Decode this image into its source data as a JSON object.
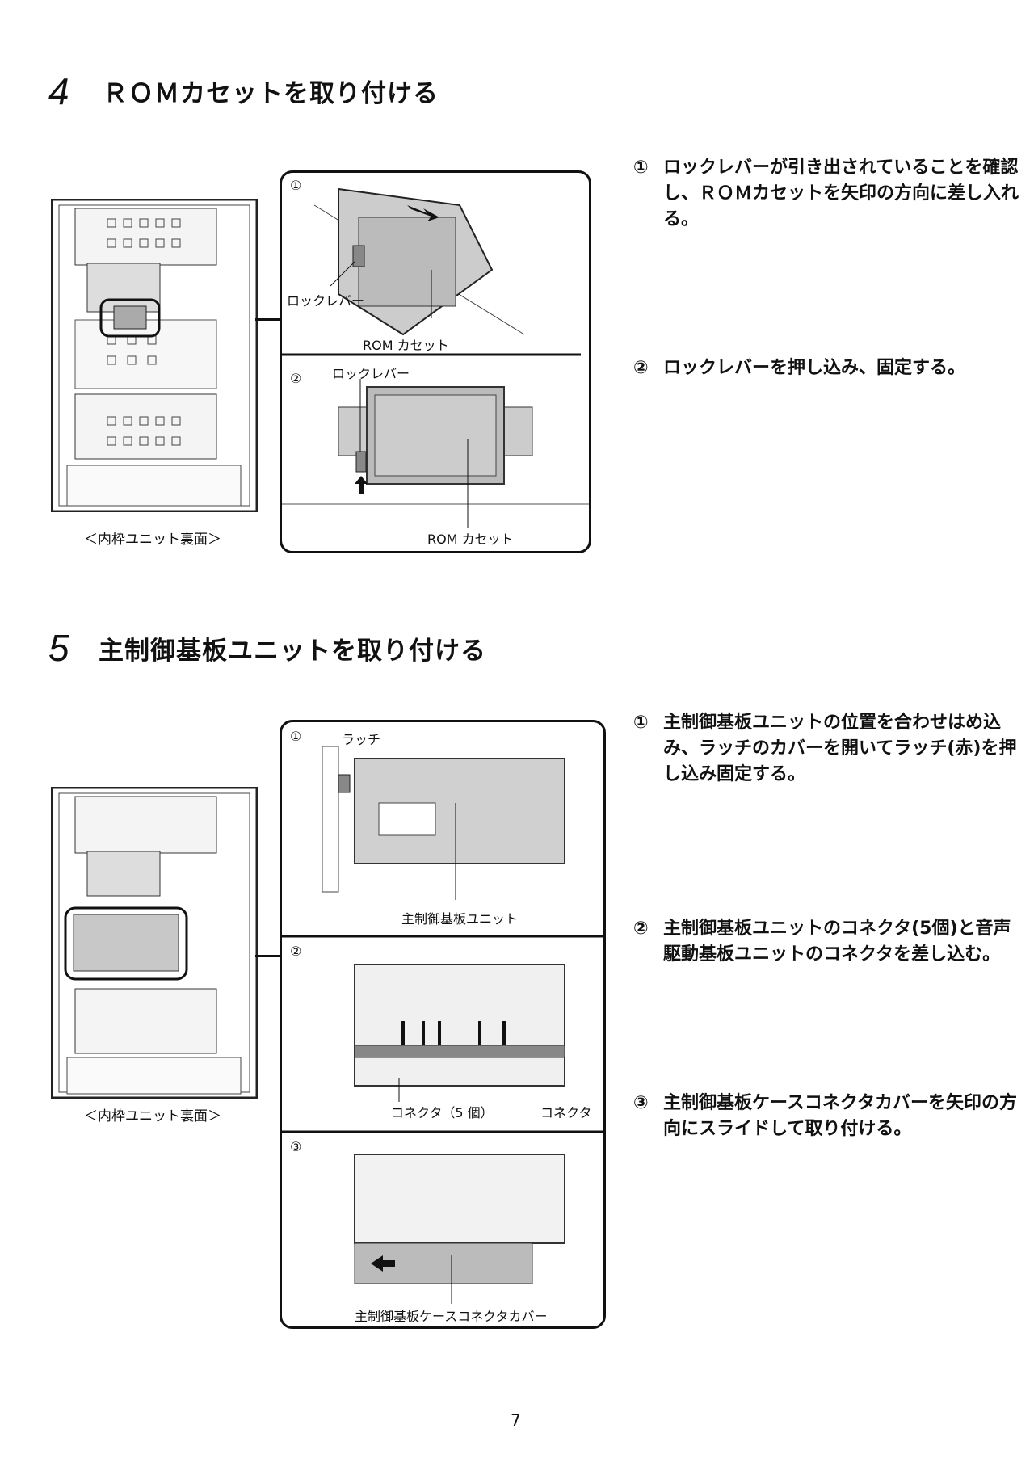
{
  "section4": {
    "number": "4",
    "title": "ＲＯＭカセットを取り付ける",
    "caption": "＜内枠ユニット裏面＞",
    "panel": {
      "step1_marker": "①",
      "step2_marker": "②",
      "lock_lever_1": "ロックレバー",
      "rom_cassette_1": "ROM カセット",
      "lock_lever_2": "ロックレバー",
      "rom_cassette_2": "ROM カセット"
    },
    "steps": [
      {
        "marker": "①",
        "text": "ロックレバーが引き出されていることを確認し、ＲＯＭカセットを矢印の方向に差し入れる。"
      },
      {
        "marker": "②",
        "text": "ロックレバーを押し込み、固定する。"
      }
    ]
  },
  "section5": {
    "number": "5",
    "title": "主制御基板ユニットを取り付ける",
    "caption": "＜内枠ユニット裏面＞",
    "panel": {
      "step1_marker": "①",
      "step2_marker": "②",
      "step3_marker": "③",
      "latch": "ラッチ",
      "main_board_unit": "主制御基板ユニット",
      "connectors5": "コネクタ（5 個）",
      "connector": "コネクタ",
      "cover": "主制御基板ケースコネクタカバー"
    },
    "steps": [
      {
        "marker": "①",
        "text": "主制御基板ユニットの位置を合わせはめ込み、ラッチのカバーを開いてラッチ(赤)を押し込み固定する。"
      },
      {
        "marker": "②",
        "text": "主制御基板ユニットのコネクタ(5個)と音声駆動基板ユニットのコネクタを差し込む。"
      },
      {
        "marker": "③",
        "text": "主制御基板ケースコネクタカバーを矢印の方向にスライドして取り付ける。"
      }
    ]
  },
  "page_number": "7"
}
